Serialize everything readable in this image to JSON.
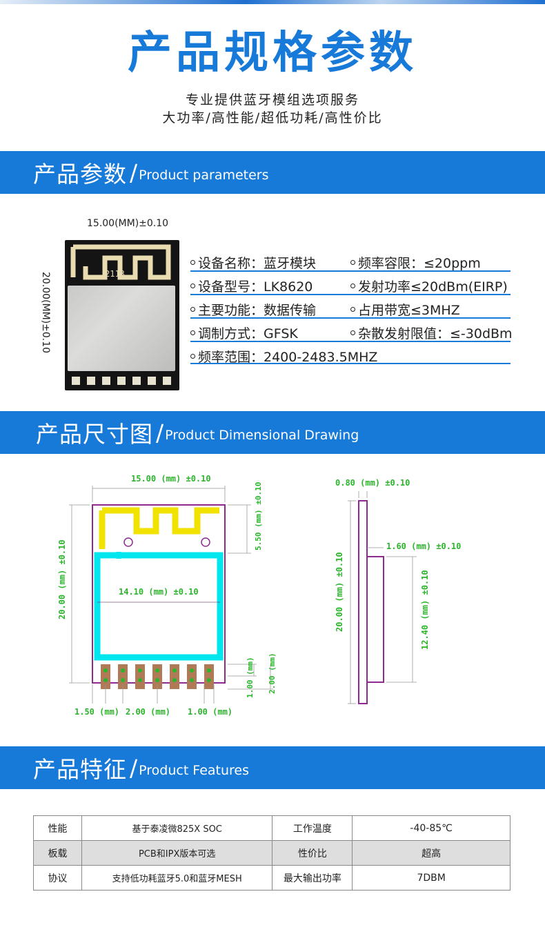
{
  "header": {
    "title": "产品规格参数",
    "subtitle_1": "专业提供蓝牙模组选项服务",
    "subtitle_2": "大功率/高性能/超低功耗/高性价比"
  },
  "sections": {
    "params": {
      "cn": "产品参数",
      "en": "Product parameters"
    },
    "drawing": {
      "cn": "产品尺寸图",
      "en": "Product Dimensional Drawing"
    },
    "features": {
      "cn": "产品特征",
      "en": "Product Features"
    }
  },
  "module_photo": {
    "width_label": "15.00(MM)±0.10",
    "height_label": "20.00(MM)±0.10",
    "chip_mark": "2113"
  },
  "specs": [
    {
      "left": "设备名称：蓝牙模块",
      "right": "频率容限：≤20ppm"
    },
    {
      "left": "设备型号：LK8620",
      "right": "发射功率≤20dBm(EIRP)"
    },
    {
      "left": "主要功能：数据传输",
      "right": "占用带宽≤3MHZ"
    },
    {
      "left": "调制方式：GFSK",
      "right": "杂散发射限值：≤-30dBm"
    },
    {
      "left": "频率范围：2400-2483.5MHZ",
      "right": ""
    }
  ],
  "drawing_labels": {
    "top_width": "15.00 (mm) ±0.10",
    "left_height": "20.00 (mm) ±0.10",
    "antenna_height": "5.50 (mm) ±0.10",
    "inner_width": "14.10 (mm) ±0.10",
    "pad_offset": "1.50 (mm)",
    "pad_pitch": "2.00 (mm)",
    "pad_width": "1.00 (mm)",
    "pad_h1": "1.00 (mm)",
    "pad_h2": "2.00 (mm)",
    "side_thickness": "0.80 (mm) ±0.10",
    "side_height": "20.00 (mm) ±0.10",
    "shield_thickness": "1.60 (mm) ±0.10",
    "shield_height": "12.40 (mm) ±0.10"
  },
  "colors": {
    "brand_blue": "#1779d8",
    "drawing_outline": "#8e2a8e",
    "antenna": "#f2e200",
    "shield": "#00e6ee",
    "pads": "#b07a57",
    "dimension": "#2bb52b"
  },
  "features": [
    {
      "k1": "性能",
      "v1": "基于泰凌微825X SOC",
      "k2": "工作温度",
      "v2": "-40-85℃"
    },
    {
      "k1": "板载",
      "v1": "PCB和IPX版本可选",
      "k2": "性价比",
      "v2": "超高"
    },
    {
      "k1": "协议",
      "v1": "支持低功耗蓝牙5.0和蓝牙MESH",
      "k2": "最大输出功率",
      "v2": "7DBM"
    }
  ]
}
